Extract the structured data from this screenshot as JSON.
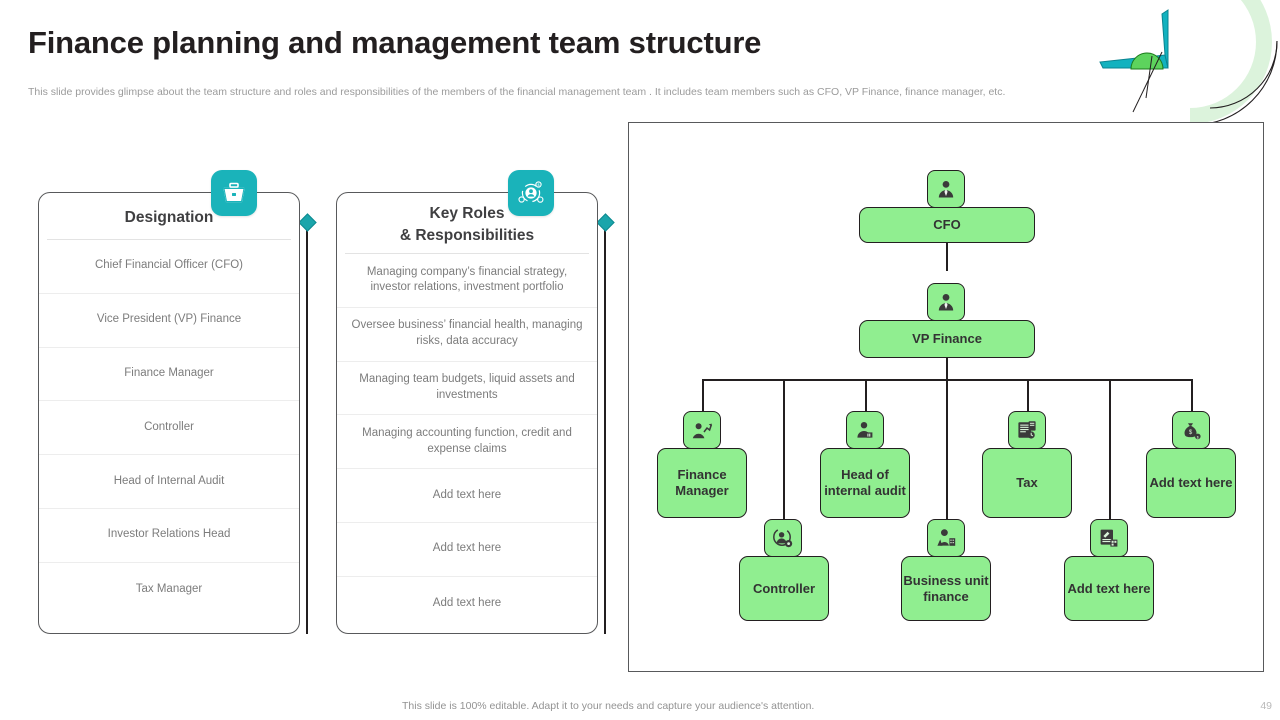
{
  "header": {
    "title": "Finance planning and management team structure",
    "subtitle": "This slide provides glimpse about the team structure and roles and responsibilities of the members of the financial management team . It includes team members such as CFO, VP  Finance, finance manager, etc."
  },
  "colors": {
    "accent_teal": "#1ab3ba",
    "node_green": "#90ee90",
    "node_border": "#231f20",
    "title_text": "#231f20",
    "body_text": "#7c7c7c"
  },
  "cards": [
    {
      "icon_name": "briefcase-icon",
      "heading_line1": "Designation",
      "heading_line2": "",
      "rows": [
        "Chief Financial Officer (CFO)",
        "Vice President (VP) Finance",
        "Finance Manager",
        "Controller",
        "Head of Internal Audit",
        "Investor Relations Head",
        "Tax Manager"
      ]
    },
    {
      "icon_name": "finance-person-icon",
      "heading_line1": "Key Roles",
      "heading_line2": "& Responsibilities",
      "rows": [
        "Managing company’s financial strategy, investor relations, investment portfolio",
        "Oversee business’ financial health, managing risks, data accuracy",
        "Managing team budgets, liquid assets and investments",
        "Managing accounting function, credit and expense claims",
        "Add text here",
        "Add text here",
        "Add text here"
      ]
    }
  ],
  "org_chart": {
    "nodes": [
      {
        "id": "cfo",
        "label": "CFO",
        "icon_name": "person-tie-icon"
      },
      {
        "id": "vp",
        "label": "VP Finance",
        "icon_name": "person-tie-icon"
      },
      {
        "id": "finmgr",
        "label": "Finance Manager",
        "icon_name": "person-chart-icon"
      },
      {
        "id": "audit",
        "label": "Head of internal audit",
        "icon_name": "person-audit-icon"
      },
      {
        "id": "tax",
        "label": "Tax",
        "icon_name": "document-list-icon"
      },
      {
        "id": "add1",
        "label": "Add text here",
        "icon_name": "money-bag-icon"
      },
      {
        "id": "ctrl",
        "label": "Controller",
        "icon_name": "person-gear-icon"
      },
      {
        "id": "bu",
        "label": "Business unit finance",
        "icon_name": "people-group-icon"
      },
      {
        "id": "add2",
        "label": "Add text here",
        "icon_name": "document-edit-icon"
      }
    ]
  },
  "footer": {
    "note": "This slide is 100% editable. Adapt it to your needs and capture your audience's attention.",
    "page_number": "49"
  }
}
